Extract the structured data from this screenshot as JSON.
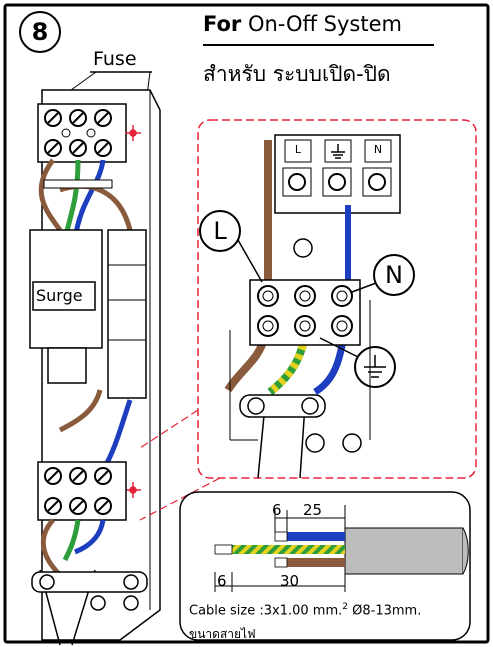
{
  "step": {
    "number": "8"
  },
  "title": {
    "en_bold": "For",
    "en_rest": " On-Off System",
    "th": "สำหรับ ระบบเปิด-ปิด"
  },
  "labels": {
    "fuse": "Fuse",
    "surge": "Surge",
    "live": "L",
    "neutral": "N"
  },
  "terminal_block": {
    "left": "L",
    "right": "N"
  },
  "cable": {
    "dim_top_small": "6",
    "dim_top_large": "25",
    "dim_bottom_small": "6",
    "dim_bottom_large": "30",
    "size_prefix": "Cable size :3x1.00 mm.",
    "size_sup": "2",
    "size_suffix": " Ø8-13mm.",
    "size_th": "ขนาดสายไฟ"
  },
  "colors": {
    "line": "#000000",
    "red_dash": "#e8233a",
    "wire_brown": "#8a5a3c",
    "wire_blue": "#1d3fbf",
    "wire_green": "#2e9e3a",
    "wire_yellow": "#e5d21e",
    "cable_gray": "#bdbdbd"
  }
}
